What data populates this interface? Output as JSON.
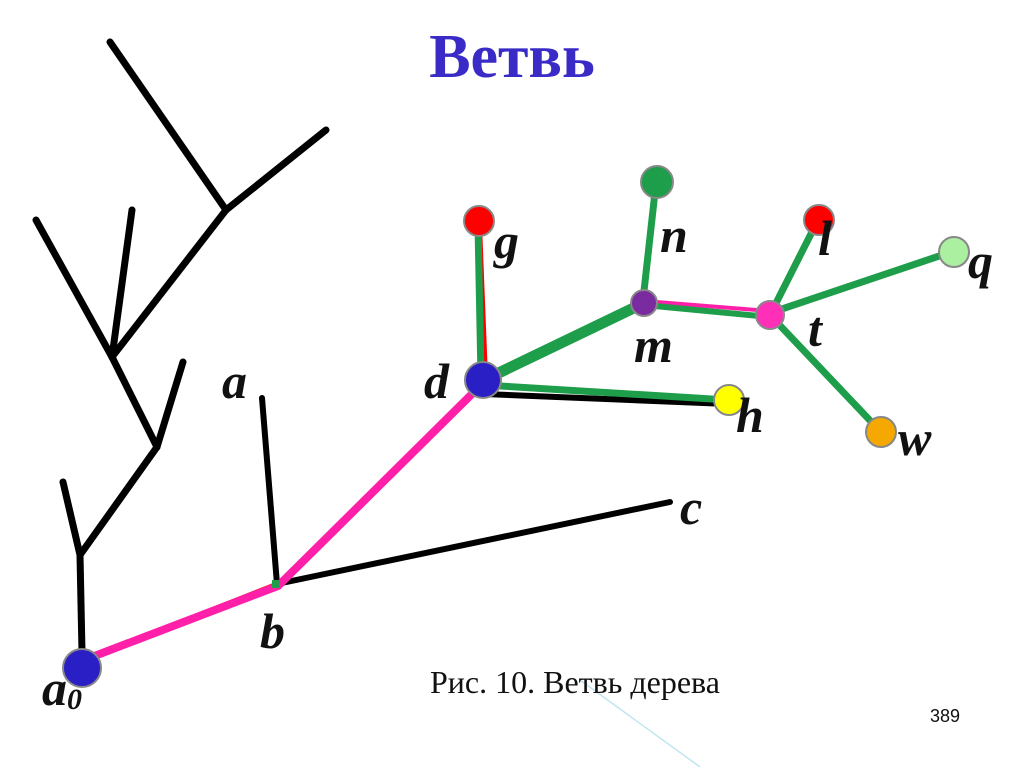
{
  "slide": {
    "title": "Ветвь",
    "caption": "Рис. 10. Ветвь дерева",
    "page_number": "389"
  },
  "labels": {
    "a0": "a",
    "a0_sub": "0",
    "a": "a",
    "b": "b",
    "c": "c",
    "d": "d",
    "g": "g",
    "n": "n",
    "m": "m",
    "l": "l",
    "t": "t",
    "q": "q",
    "h": "h",
    "w": "w"
  },
  "colors": {
    "title": "#3a2bc7",
    "tree_edge": "#000000",
    "branch_edge": "#ff1fa8",
    "green_edge": "#1e9e4a",
    "node_a0": "#2a1fc4",
    "node_d": "#2a1fc4",
    "node_m": "#7b2ba0",
    "node_t": "#ff2fb8",
    "node_g": "#ff0000",
    "node_l": "#ff0000",
    "node_n": "#1e9e4a",
    "node_q": "#aaf0a0",
    "node_h": "#ffff00",
    "node_w": "#f5a800"
  }
}
